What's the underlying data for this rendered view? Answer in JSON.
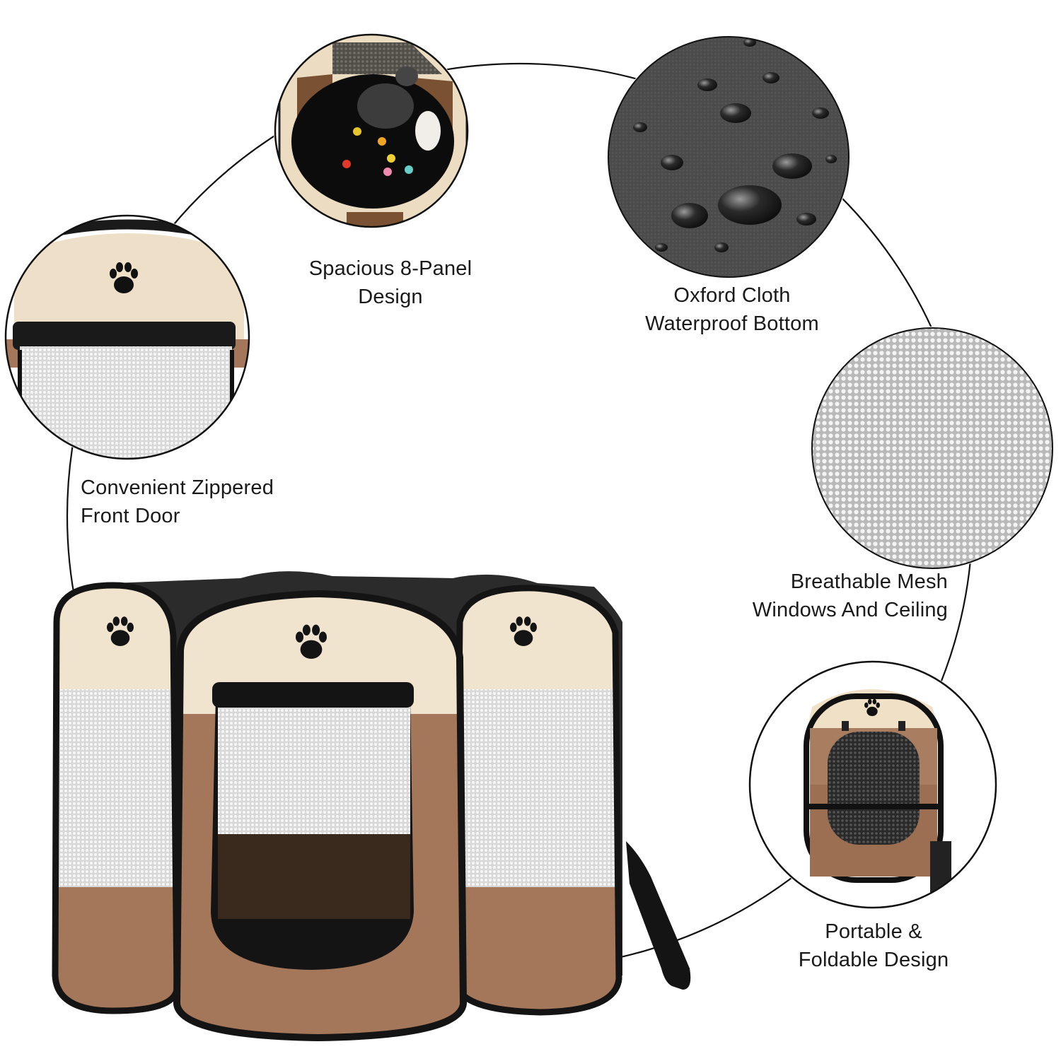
{
  "features": {
    "panel_design": {
      "line1": "Spacious 8-Panel",
      "line2": "Design",
      "icon": "cat-in-playpen-top-view-icon"
    },
    "waterproof_bottom": {
      "line1": "Oxford Cloth",
      "line2": "Waterproof Bottom",
      "icon": "water-droplets-fabric-icon"
    },
    "zippered_door": {
      "line1": "Convenient Zippered",
      "line2": "Front Door",
      "icon": "zipper-door-icon"
    },
    "mesh_windows": {
      "line1": "Breathable Mesh",
      "line2": "Windows And Ceiling",
      "icon": "mesh-fabric-icon"
    },
    "portable": {
      "line1": "Portable &",
      "line2": "Foldable Design",
      "icon": "folded-playpen-icon"
    }
  },
  "colors": {
    "cream": "#f1e4cf",
    "brown": "#a5775a",
    "dark_brown": "#5a3a22",
    "frame": "#141414",
    "mesh_grey": "#9a9a9a",
    "waterproof_grey": "#4a4a4a"
  }
}
